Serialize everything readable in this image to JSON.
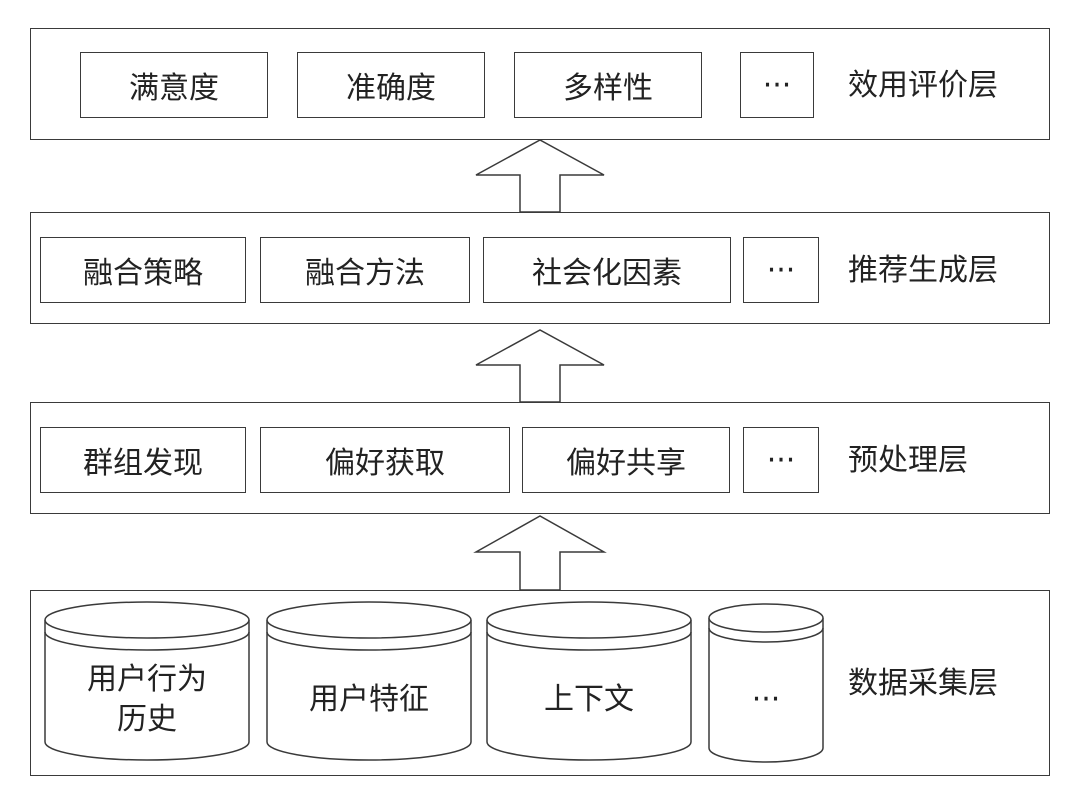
{
  "layers": [
    {
      "label": "效用评价层",
      "items": [
        "满意度",
        "准确度",
        "多样性",
        "···"
      ]
    },
    {
      "label": "推荐生成层",
      "items": [
        "融合策略",
        "融合方法",
        "社会化因素",
        "···"
      ]
    },
    {
      "label": "预处理层",
      "items": [
        "群组发现",
        "偏好获取",
        "偏好共享",
        "···"
      ]
    },
    {
      "label": "数据采集层",
      "items": [
        "用户行为\n历史",
        "用户特征",
        "上下文",
        "···"
      ]
    }
  ],
  "colors": {
    "stroke": "#3a3a3a",
    "fill": "#ffffff"
  }
}
